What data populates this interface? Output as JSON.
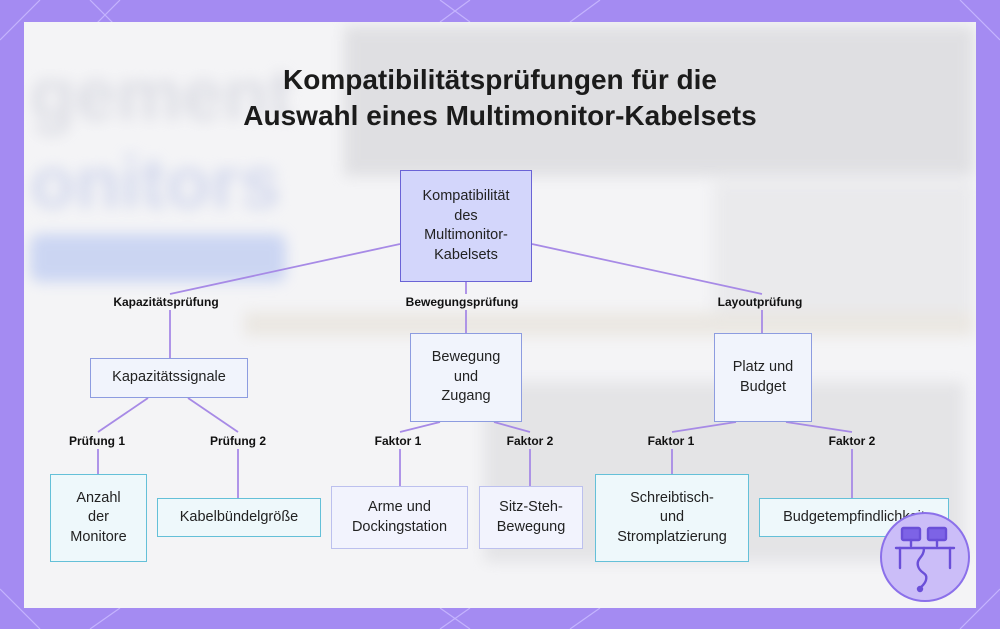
{
  "title_lines": [
    "Kompatibilitätsprüfungen für die",
    "Auswahl eines Multimonitor-Kabelsets"
  ],
  "root": {
    "lines": [
      "Kompatibilität",
      "des",
      "Multimonitor-",
      "Kabelsets"
    ]
  },
  "branches": [
    {
      "edge_label": "Kapazitätsprüfung",
      "node": {
        "lines": [
          "Kapazitätssignale"
        ]
      },
      "children": [
        {
          "edge_label": "Prüfung 1",
          "lines": [
            "Anzahl",
            "der",
            "Monitore"
          ]
        },
        {
          "edge_label": "Prüfung 2",
          "lines": [
            "Kabelbündelgröße"
          ]
        }
      ]
    },
    {
      "edge_label": "Bewegungsprüfung",
      "node": {
        "lines": [
          "Bewegung",
          "und",
          "Zugang"
        ]
      },
      "children": [
        {
          "edge_label": "Faktor 1",
          "lines": [
            "Arme und",
            "Dockingstation"
          ]
        },
        {
          "edge_label": "Faktor 2",
          "lines": [
            "Sitz-Steh-",
            "Bewegung"
          ]
        }
      ]
    },
    {
      "edge_label": "Layoutprüfung",
      "node": {
        "lines": [
          "Platz und",
          "Budget"
        ]
      },
      "children": [
        {
          "edge_label": "Faktor 1",
          "lines": [
            "Schreibtisch-",
            "und",
            "Stromplatzierung"
          ]
        },
        {
          "edge_label": "Faktor 2",
          "lines": [
            "Budgetempfindlichkeit"
          ]
        }
      ]
    }
  ],
  "colors": {
    "frame": "#a48bf2",
    "edge": "#a78ae6",
    "root_fill": "#d3d6fb",
    "root_border": "#6a63d6",
    "leaf_border_cyan": "#64c0d8"
  },
  "icons": {
    "badge": "desk-cable-icon"
  }
}
